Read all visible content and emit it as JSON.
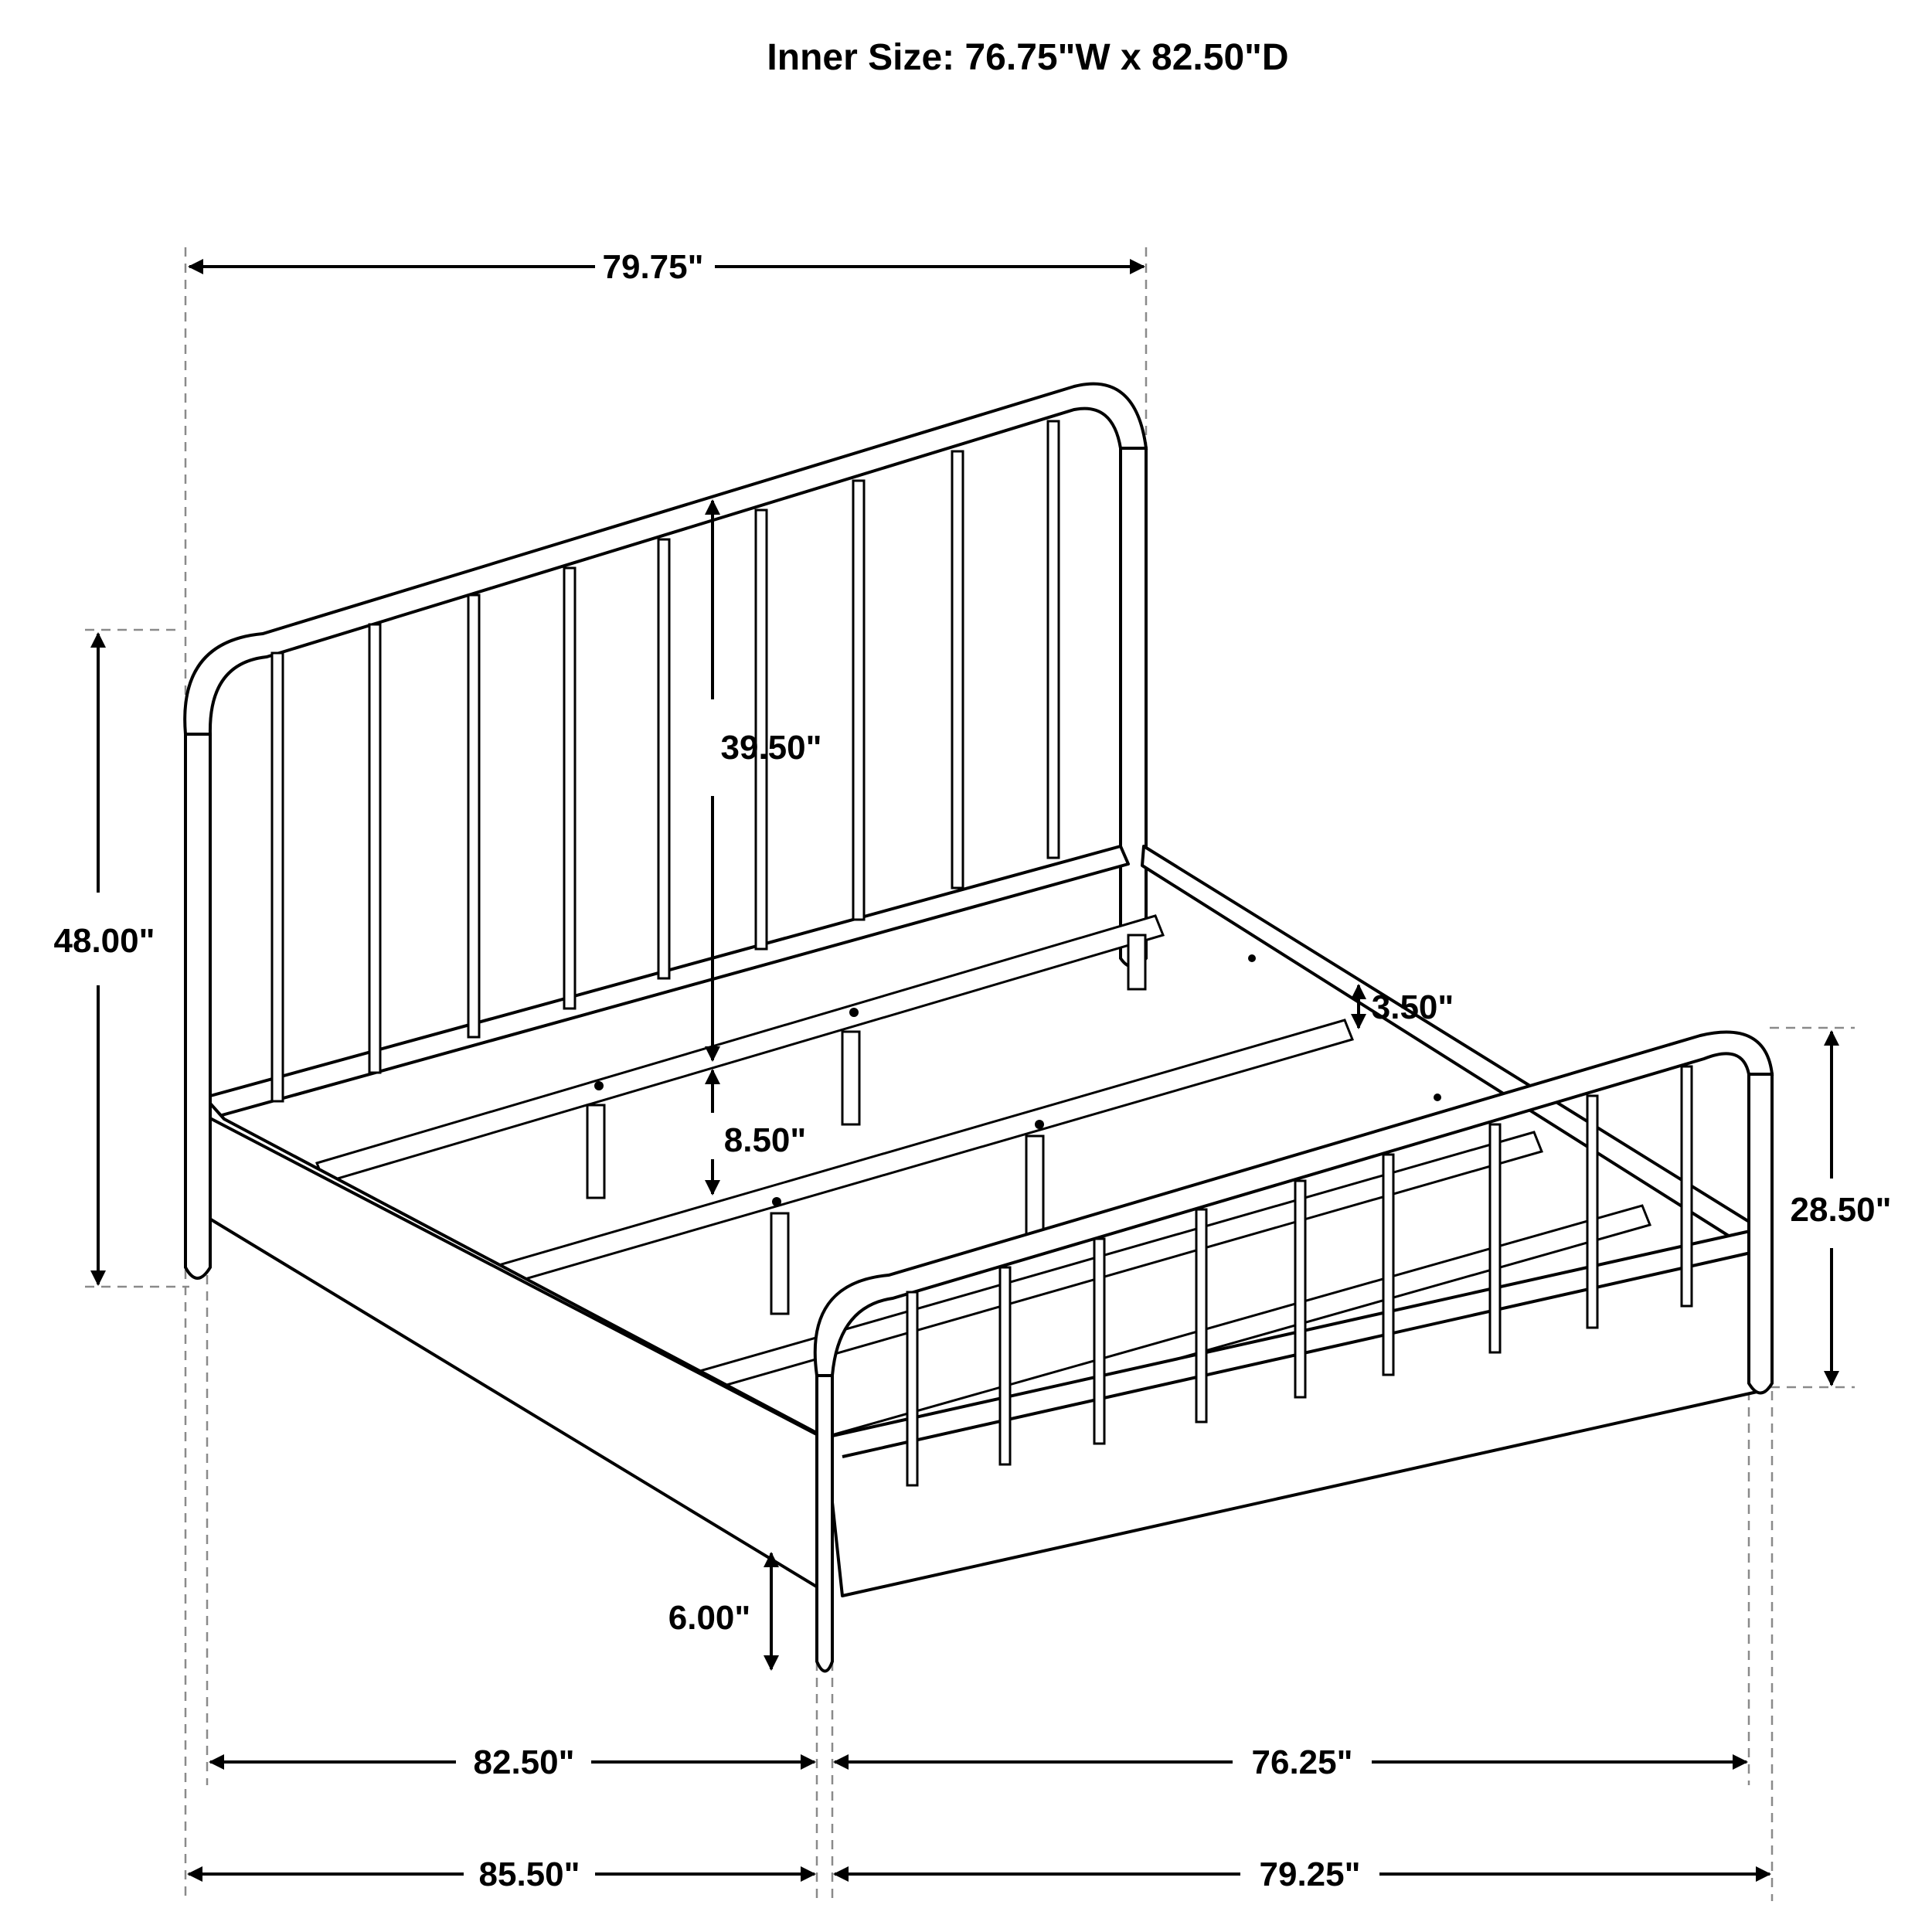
{
  "title": "Inner Size: 76.75\"W x 82.50\"D",
  "dimensions": {
    "headboard_width": "79.75\"",
    "headboard_height": "48.00\"",
    "panel_height": "39.50\"",
    "rail_height": "8.50\"",
    "rail_thickness": "3.50\"",
    "footboard_height": "28.50\"",
    "clearance": "6.00\"",
    "inner_depth": "82.50\"",
    "inner_width": "76.25\"",
    "overall_depth": "85.50\"",
    "overall_width": "79.25\""
  }
}
